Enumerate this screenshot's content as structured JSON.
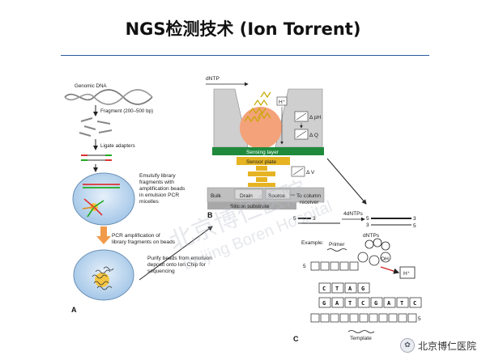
{
  "slide": {
    "title": "NGS检测技术 (Ion Torrent)"
  },
  "panel_a": {
    "genomic_dna": "Genomic DNA",
    "fragment": "Fragment (200–500 bp)",
    "ligate": "Ligate adapters",
    "emulsify": [
      "Emulsify library",
      "fragments with",
      "amplification beads",
      "in emulsion PCR",
      "micelles"
    ],
    "pcr": [
      "PCR amplification of",
      "library fragments on beads"
    ],
    "purify": [
      "Purify beads from emulsion",
      "deposit onto Ion Chip for",
      "sequencing"
    ],
    "letter": "A"
  },
  "panel_b": {
    "dntp": "dNTP",
    "h_plus": "H⁺",
    "delta_ph": "Δ pH",
    "delta_q": "Δ Q",
    "sensing_layer": "Sensing layer",
    "sensor_plate": "Sensor plate",
    "delta_v": "Δ V",
    "bulk": "Bulk",
    "drain": "Drain",
    "source": "Source",
    "to_column": [
      "To column",
      "receiver"
    ],
    "silicon": "Silicon substrate",
    "letter": "B"
  },
  "panel_c": {
    "five_a": "5",
    "three_a": "3",
    "four_dntps": "4dNTPs",
    "five_b": "5",
    "three_b": "3",
    "three_c": "3",
    "five_c": "5",
    "example": "Example:",
    "primer": "Primer",
    "dntps": "dNTPs",
    "oh": "OH",
    "h_plus": "H⁺",
    "five_d": "5",
    "five_e": "5",
    "top_bases": [
      "C",
      "T",
      "A",
      "G"
    ],
    "bottom_bases": [
      "G",
      "A",
      "T",
      "C",
      "G",
      "A",
      "T",
      "C"
    ],
    "template": "Template",
    "letter": "C"
  },
  "watermark": {
    "cn": "北京博仁医院",
    "en": "Beijing Boren Hospital"
  },
  "footer": {
    "brand": "北京博仁医院"
  },
  "colors": {
    "rule": "#2c5aa0",
    "sensing_green": "#1f8a3c",
    "sensor_gold": "#e6b422",
    "bead_orange": "#f4a27a",
    "cell_blue": "#bcd6ee"
  }
}
